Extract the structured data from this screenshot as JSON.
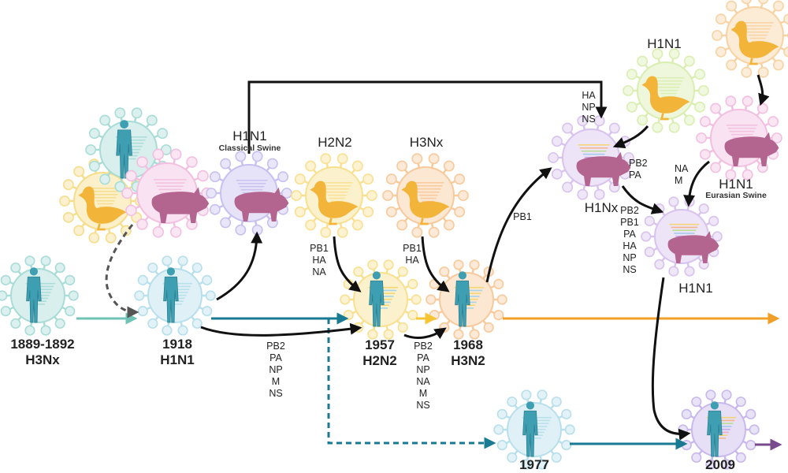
{
  "title": "Influenza pandemic strain reassortment history",
  "colors": {
    "human_lineage_arrow": "#6ec3b5",
    "h1n1_human_arrow": "#197a93",
    "h3n2_arrow": "#f0a028",
    "h2n2_arrow": "#f6c536",
    "pdm2009_arrow": "#7a4a8f",
    "reassortment_arrow": "#111111",
    "zoonotic_dashed_arrow": "#555555",
    "human_figure": "#3e9fb2",
    "duck": "#f2b53a",
    "pig": "#b3648f"
  },
  "nodes": {
    "pandemic_1889": {
      "year": "1889-1892",
      "subtype": "H3Nx",
      "host": "human",
      "virus_color": "#a8dcd6"
    },
    "pandemic_1918": {
      "year": "1918",
      "subtype": "H1N1",
      "host": "human",
      "virus_color": "#b7dfec"
    },
    "pandemic_1957": {
      "year": "1957",
      "subtype": "H2N2",
      "host": "human",
      "virus_color": "#f9e08f"
    },
    "pandemic_1968": {
      "year": "1968",
      "subtype": "H3N2",
      "host": "human",
      "virus_color": "#f8c99a"
    },
    "reemergence_1977": {
      "year": "1977",
      "host": "human",
      "virus_color": "#b7dfec"
    },
    "pandemic_2009": {
      "year": "2009",
      "host": "human",
      "virus_color": "#c9b8ec"
    },
    "origin_cluster": {
      "hosts": [
        "human",
        "duck",
        "pig"
      ]
    },
    "classical_swine": {
      "subtype": "H1N1",
      "subtitle": "Classical Swine",
      "host": "pig",
      "virus_color": "#c7c0f0"
    },
    "avian_h2n2": {
      "subtype": "H2N2",
      "host": "duck",
      "virus_color": "#f9e08f"
    },
    "avian_h3nx": {
      "subtype": "H3Nx",
      "host": "duck",
      "virus_color": "#f8c99a"
    },
    "avian_h1n1": {
      "subtype": "H1N1",
      "host": "duck",
      "virus_color": "#d9eeb0"
    },
    "avian_top_right": {
      "host": "duck",
      "virus_color": "#f8d2a2"
    },
    "triple_reassortant": {
      "subtype": "H1Nx",
      "host": "pig",
      "virus_color": "#d8c2ee"
    },
    "eurasian_swine": {
      "subtype": "H1N1",
      "subtitle": "Eurasian Swine",
      "host": "pig",
      "virus_color": "#f2bfe0"
    },
    "swine_h1n1_reassortant": {
      "subtype": "H1N1",
      "host": "pig",
      "virus_color": "#d8c2ee"
    }
  },
  "gene_labels": {
    "h2n2_to_1957": [
      "PB1",
      "HA",
      "NA"
    ],
    "h3nx_to_1968": [
      "PB1",
      "HA"
    ],
    "from_1918_to_1957": [
      "PB2",
      "PA",
      "NP",
      "M",
      "NS"
    ],
    "from_1957_to_1968": [
      "PB2",
      "PA",
      "NP",
      "NA",
      "M",
      "NS"
    ],
    "classical_to_h1nx": [
      "HA",
      "NP",
      "NS"
    ],
    "h3n2_to_h1nx": [
      "PB1"
    ],
    "avian_h1n1_to_h1nx": [
      "PB2",
      "PA"
    ],
    "h1nx_to_swine_h1n1": [
      "PB2",
      "PB1",
      "PA",
      "HA",
      "NP",
      "NS"
    ],
    "eurasian_to_swine_h1n1": [
      "NA",
      "M"
    ]
  }
}
